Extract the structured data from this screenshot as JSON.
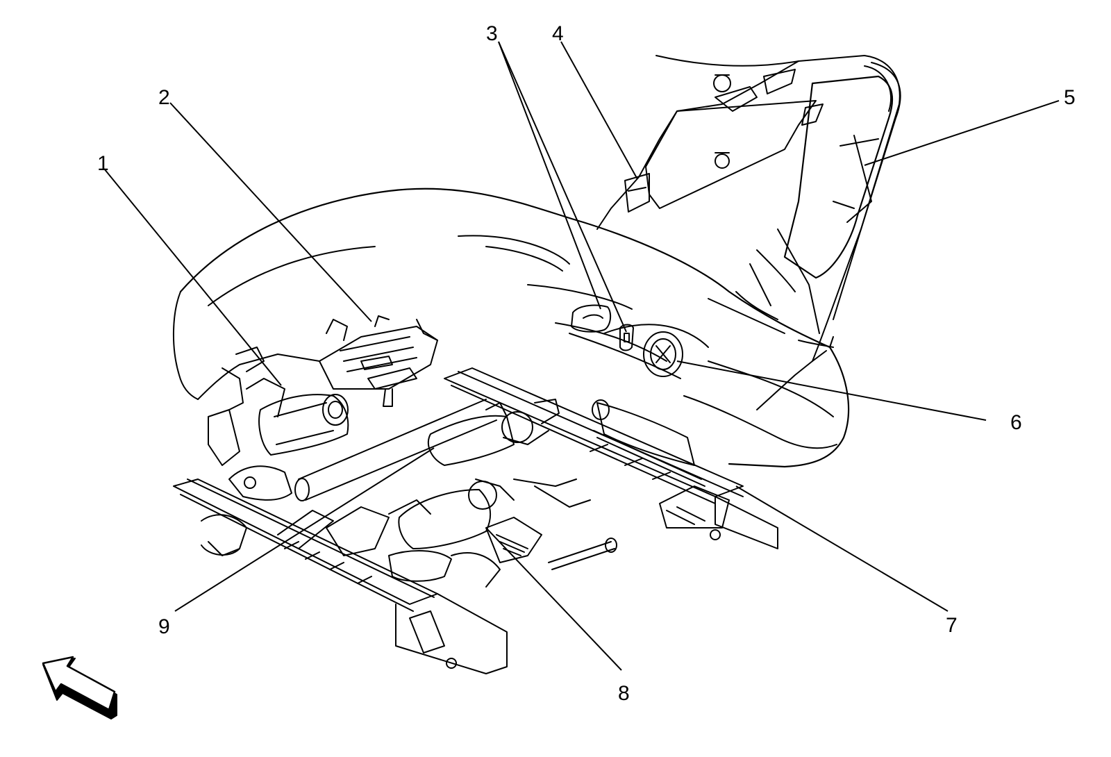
{
  "diagram": {
    "callouts": [
      {
        "id": "1",
        "label": "1"
      },
      {
        "id": "2",
        "label": "2"
      },
      {
        "id": "3",
        "label": "3"
      },
      {
        "id": "4",
        "label": "4"
      },
      {
        "id": "5",
        "label": "5"
      },
      {
        "id": "6",
        "label": "6"
      },
      {
        "id": "7",
        "label": "7"
      },
      {
        "id": "8",
        "label": "8"
      },
      {
        "id": "9",
        "label": "9"
      }
    ],
    "direction_arrow_icon": "direction-arrow-icon",
    "colors": {
      "line": "#000000",
      "background": "#ffffff"
    }
  }
}
